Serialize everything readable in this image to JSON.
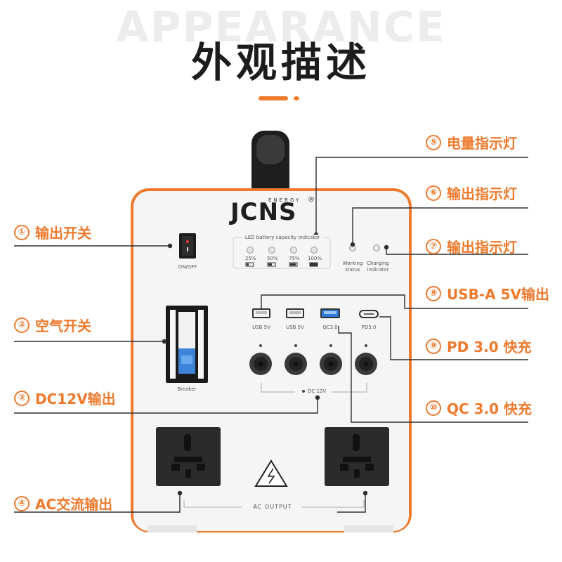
{
  "header": {
    "bg_word": "APPEARANCE",
    "title": "外观描述"
  },
  "device": {
    "brand": "JCNS",
    "brand_sub": "ENERGY",
    "brand_reg": "®",
    "led_panel_label": "LED battery capacity indicator",
    "led_levels": [
      "25%",
      "50%",
      "75%",
      "100%"
    ],
    "working_status": [
      "Working",
      "status"
    ],
    "charging_indicator": [
      "Charging",
      "indicator"
    ],
    "switch_label": "ON/OFF",
    "breaker_label": "Breaker",
    "usb_labels": [
      "USB 5V",
      "USB 5V",
      "QC3.0",
      "PD3.0"
    ],
    "dc_label": "DC 12V",
    "ac_label": "AC OUTPUT",
    "colors": {
      "accent": "#ee7a2d",
      "body": "#f4f4f4",
      "socket": "#2b2b2b",
      "usb_qc": "#2f7ad8"
    }
  },
  "callouts": [
    {
      "num": "①",
      "label": "输出开关"
    },
    {
      "num": "②",
      "label": "空气开关"
    },
    {
      "num": "③",
      "label": "DC12V输出"
    },
    {
      "num": "④",
      "label": "AC交流输出"
    },
    {
      "num": "⑤",
      "label": "电量指示灯"
    },
    {
      "num": "⑥",
      "label": "输出指示灯"
    },
    {
      "num": "⑦",
      "label": "输出指示灯"
    },
    {
      "num": "⑧",
      "label": "USB-A 5V输出"
    },
    {
      "num": "⑨",
      "label": "PD 3.0 快充"
    },
    {
      "num": "⑩",
      "label": "QC 3.0 快充"
    }
  ]
}
